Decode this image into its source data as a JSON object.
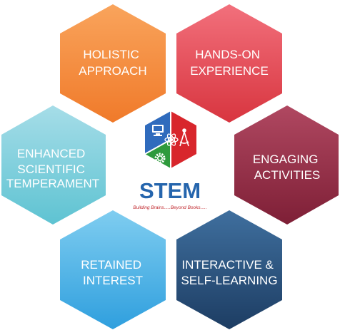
{
  "hexagons": [
    {
      "id": "holistic",
      "lines": [
        "HOLISTIC",
        "APPROACH"
      ],
      "color_top": "#f9a45c",
      "color_bottom": "#f07a2a"
    },
    {
      "id": "hands-on",
      "lines": [
        "HANDS-ON",
        "EXPERIENCE"
      ],
      "color_top": "#f2707c",
      "color_bottom": "#d8353f"
    },
    {
      "id": "scientific",
      "lines": [
        "ENHANCED",
        "SCIENTIFIC",
        "TEMPERAMENT"
      ],
      "color_top": "#a6dde8",
      "color_bottom": "#5ec3d2"
    },
    {
      "id": "engaging",
      "lines": [
        "ENGAGING",
        "ACTIVITIES"
      ],
      "color_top": "#b04861",
      "color_bottom": "#7e1f36"
    },
    {
      "id": "retained",
      "lines": [
        "RETAINED",
        "INTEREST"
      ],
      "color_top": "#7fcdf0",
      "color_bottom": "#2f9fde"
    },
    {
      "id": "interactive",
      "lines": [
        "INTERACTIVE &",
        "SELF-LEARNING"
      ],
      "color_top": "#3f6f9e",
      "color_bottom": "#1d3d63"
    }
  ],
  "center": {
    "title": "STEM",
    "tagline": "Building Brains.....Beyond Books.....",
    "title_color": "#2565ad",
    "tagline_color": "#c0272d",
    "logo_colors": {
      "blue": "#2f6bbd",
      "red": "#d8262c",
      "green": "#2e9a3c"
    },
    "icon_names": [
      "computer-icon",
      "atom-icon",
      "compass-icon",
      "gear-icon"
    ]
  }
}
